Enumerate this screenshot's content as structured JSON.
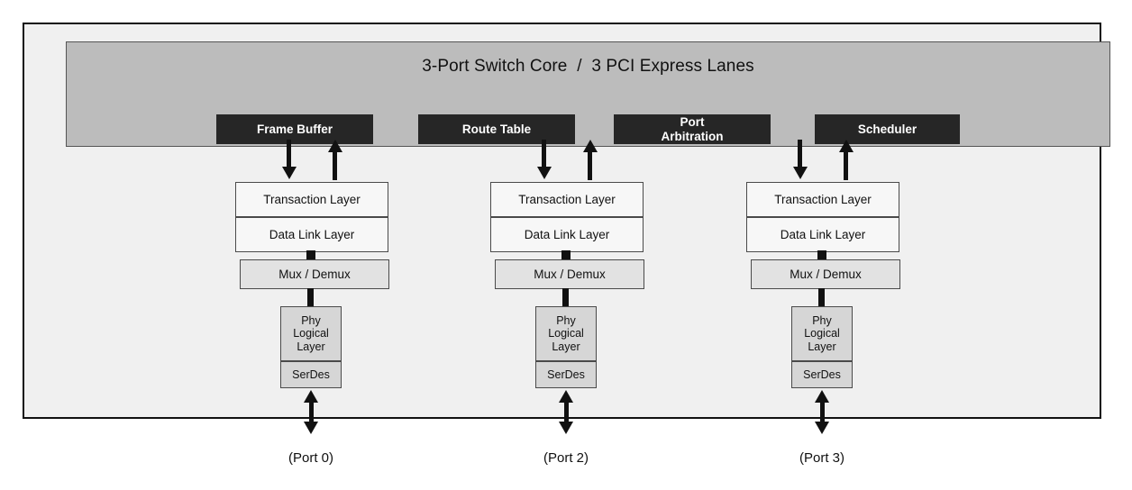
{
  "diagram": {
    "title": "3-Port Switch Core  /  3 PCI Express Lanes",
    "chassis_name": "switch-chassis"
  },
  "switch_core": {
    "title": "3-Port Switch Core  /  3 PCI Express Lanes",
    "background_color": "#bcbcbc",
    "engines": [
      {
        "label": "Frame Buffer",
        "name": "frame-buffer"
      },
      {
        "label": "Route Table",
        "name": "route-table"
      },
      {
        "label": "Port\nArbitration",
        "name": "port-arbitration"
      },
      {
        "label": "Scheduler",
        "name": "scheduler"
      }
    ],
    "engine_color": "#262626",
    "engine_text_color": "#ffffff"
  },
  "stack_layers": {
    "transaction": "Transaction Layer",
    "data_link": "Data Link Layer",
    "mux": "Mux / Demux",
    "phy": "Phy\nLogical\nLayer",
    "serdes": "SerDes"
  },
  "ports": [
    {
      "label": "(Port 0)",
      "name": "port-0"
    },
    {
      "label": "(Port 2)",
      "name": "port-2"
    },
    {
      "label": "(Port 3)",
      "name": "port-3"
    }
  ],
  "colors": {
    "chassis_fill": "#f0f0f0",
    "core_fill": "#bcbcbc",
    "engine_fill": "#262626",
    "layer_white": "#f7f7f7",
    "layer_gray": "#e2e2e2",
    "phy_gray": "#d6d6d6",
    "line": "#111111"
  }
}
